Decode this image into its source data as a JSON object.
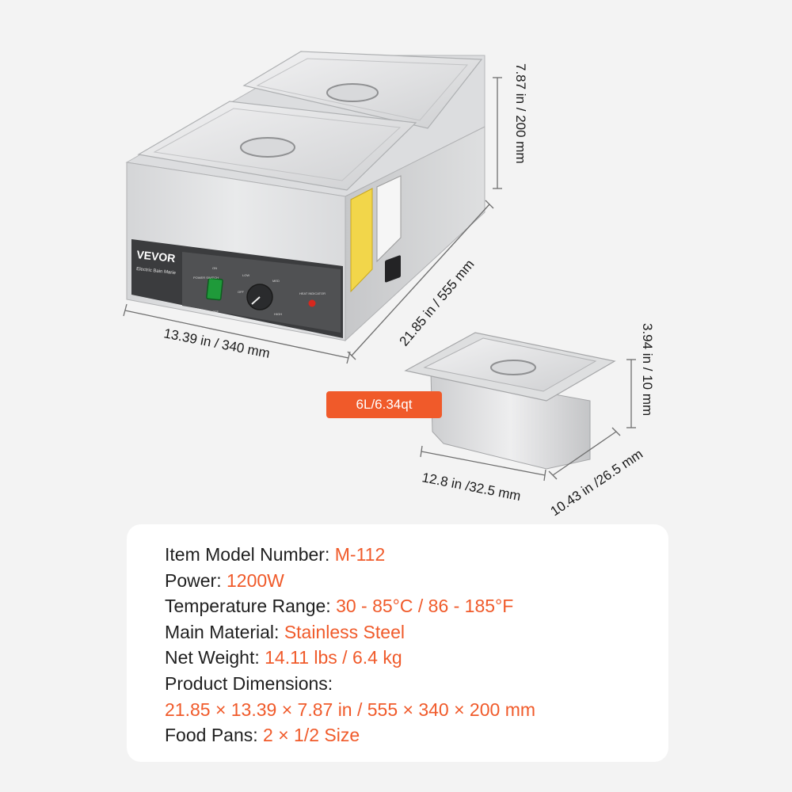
{
  "dimensions": {
    "height": "7.87 in /  200 mm",
    "depth": "21.85 in /  555 mm",
    "width": "13.39 in /  340 mm",
    "pan_height": "3.94 in / 10 mm",
    "pan_length": "12.8 in /32.5 mm",
    "pan_width": "10.43 in /26.5 mm"
  },
  "capacity_badge": "6L/6.34qt",
  "control_panel": {
    "brand": "VEVOR",
    "product_name": "Electric Bain Marie",
    "switch_label": "POWER SWITCH",
    "switch_on": "ON",
    "switch_off": "OFF",
    "knob_low": "LOW",
    "knob_med": "MED",
    "knob_high": "HIGH",
    "knob_off": "OFF",
    "heat_indicator": "HEAT INDICATOR"
  },
  "specs": [
    {
      "label": "Item Model Number: ",
      "value": "M-112"
    },
    {
      "label": "Power: ",
      "value": "1200W"
    },
    {
      "label": "Temperature Range: ",
      "value": "30 - 85°C / 86 - 185°F"
    },
    {
      "label": "Main Material: ",
      "value": "Stainless Steel"
    },
    {
      "label": "Net Weight: ",
      "value": "14.11 lbs / 6.4 kg"
    },
    {
      "label": "Product Dimensions:",
      "value": "21.85 × 13.39 × 7.87 in / 555 × 340 × 200 mm"
    },
    {
      "label": "Food Pans: ",
      "value": "2 × 1/2 Size"
    }
  ],
  "colors": {
    "accent": "#f05a2a",
    "steel_light": "#e4e5e6",
    "steel_mid": "#c9cacc",
    "steel_dark": "#a8a9ab",
    "switch_green": "#1f9a3a",
    "indicator_red": "#d6281e"
  }
}
